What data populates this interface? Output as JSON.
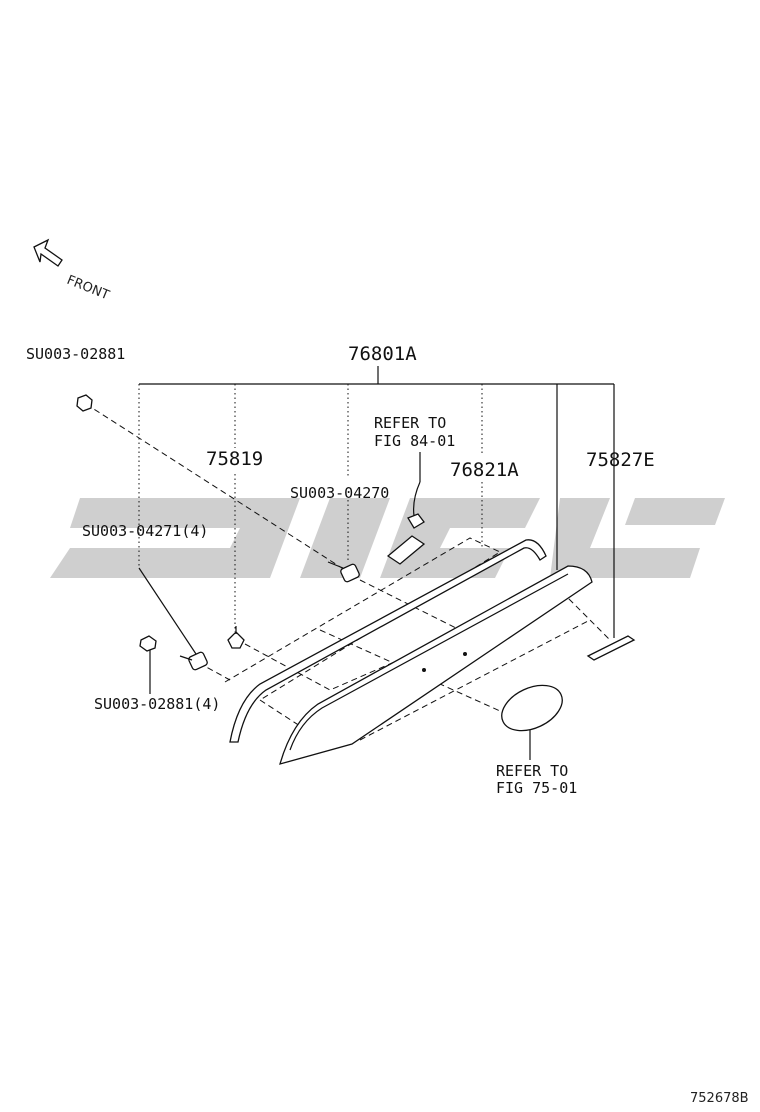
{
  "labels": {
    "front": "FRONT",
    "assembly": "76801A",
    "nut_top": "SU003-02881",
    "clip": "75819",
    "bolt_center": "SU003-04270",
    "bolt_left": "SU003-04271(4)",
    "nut_bottom": "SU003-02881(4)",
    "garnish": "76821A",
    "gasket": "75827E",
    "refer_84_line1": "REFER TO",
    "refer_84_line2": "FIG 84-01",
    "refer_75_line1": "REFER TO",
    "refer_75_line2": "FIG 75-01",
    "figure_id": "752678B"
  },
  "colors": {
    "line": "#111111",
    "watermark": "#cfcfcf",
    "background": "#ffffff"
  }
}
